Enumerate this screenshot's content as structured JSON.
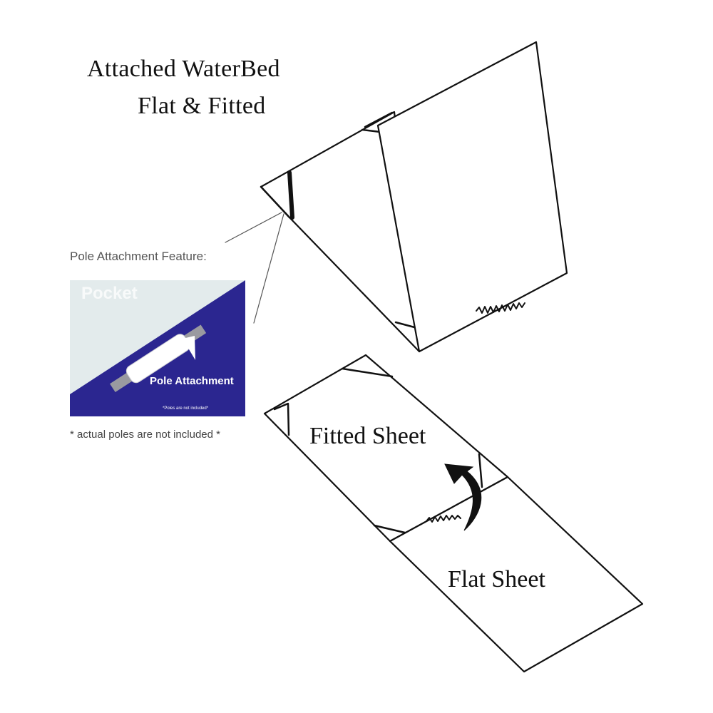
{
  "title": {
    "line1": "Attached WaterBed",
    "line2": "Flat & Fitted"
  },
  "pole_feature": {
    "heading": "Pole Attachment Feature:",
    "pocket_label": "Pocket",
    "pole_label": "Pole Attachment",
    "small_note": "*Poles are not included*",
    "disclaimer": "* actual poles are not included *"
  },
  "sheets": {
    "fitted_label": "Fitted Sheet",
    "flat_label": "Flat Sheet"
  },
  "colors": {
    "inset_navy": "#2b2690",
    "inset_light": "#e3ebec",
    "line": "#111111"
  }
}
